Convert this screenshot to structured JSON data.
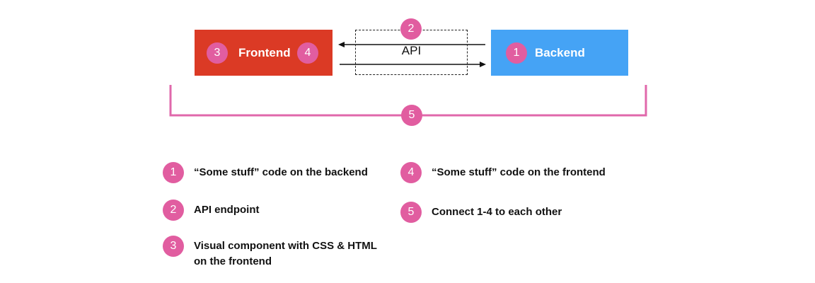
{
  "colors": {
    "frontend_box": "#DB3A25",
    "backend_box": "#45A3F5",
    "badge": "#E15DA0",
    "bracket": "#E068AB",
    "line": "#111111"
  },
  "diagram": {
    "frontend": {
      "label": "Frontend",
      "badges": [
        "3",
        "4"
      ]
    },
    "backend": {
      "label": "Backend",
      "badge": "1"
    },
    "api": {
      "label": "API",
      "badge": "2"
    },
    "connect_badge": "5"
  },
  "legend": [
    {
      "num": "1",
      "text": "“Some stuff” code on the backend"
    },
    {
      "num": "2",
      "text": "API endpoint"
    },
    {
      "num": "3",
      "text": "Visual component with CSS & HTML on the frontend"
    },
    {
      "num": "4",
      "text": "“Some stuff” code on the frontend"
    },
    {
      "num": "5",
      "text": "Connect 1-4 to each other"
    }
  ]
}
